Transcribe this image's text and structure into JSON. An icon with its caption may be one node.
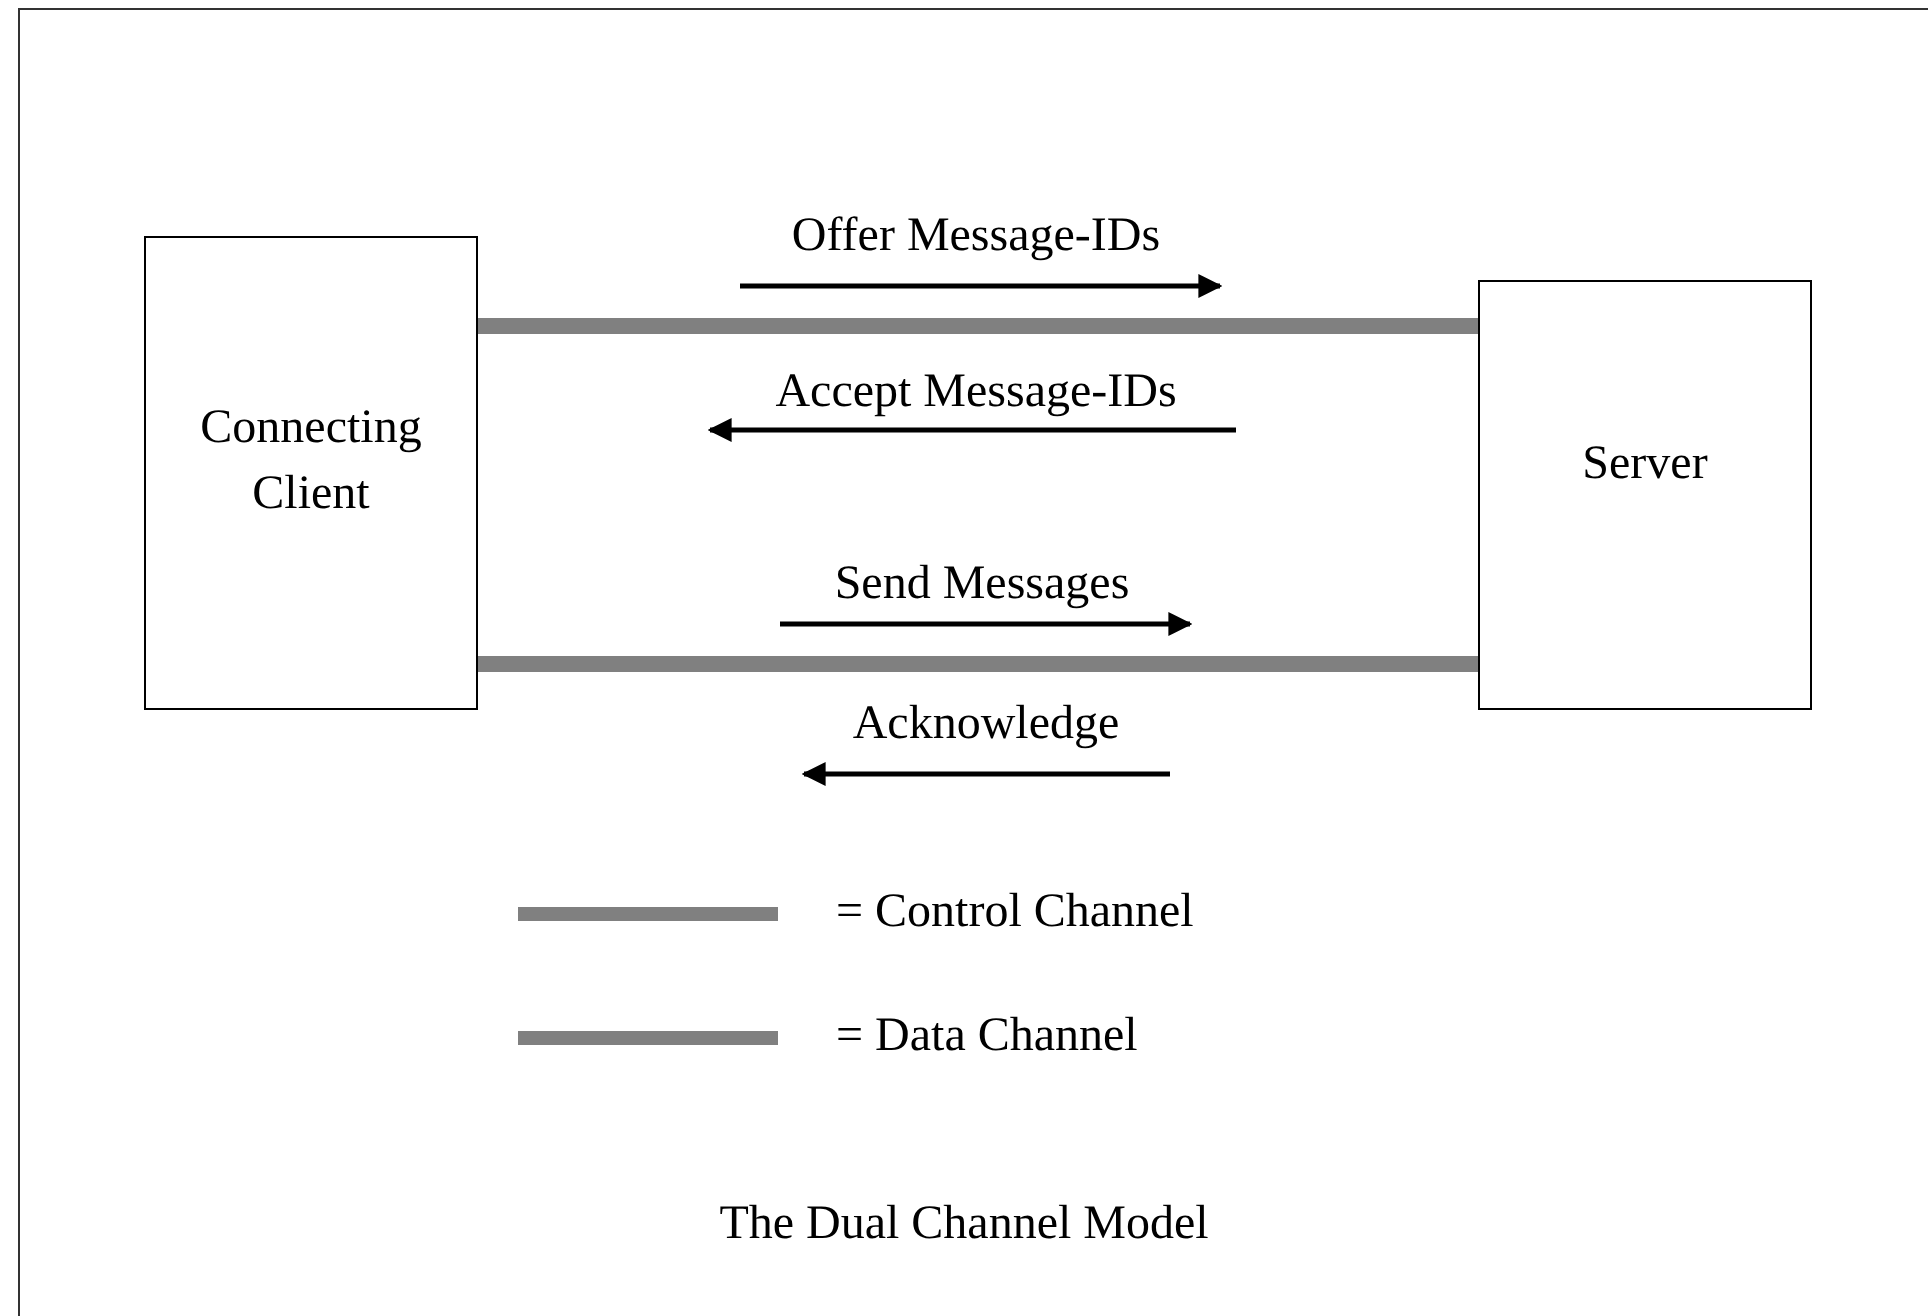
{
  "diagram": {
    "caption": "The Dual Channel Model",
    "nodes": [
      {
        "text": [
          "Connecting Client"
        ]
      },
      {
        "text": [
          "Server"
        ]
      }
    ],
    "edges": [
      {
        "from": 0,
        "to": 1,
        "arrow": "none"
      },
      {
        "from": 0,
        "to": 1,
        "arrow": "none"
      }
    ],
    "labels": [
      "Offer Message-IDs",
      "Accept Message-IDs",
      "Send Messages",
      "Acknowledge"
    ],
    "legend": [
      {
        "text": "= Control Channel"
      },
      {
        "text": "= Data Channel"
      }
    ]
  }
}
